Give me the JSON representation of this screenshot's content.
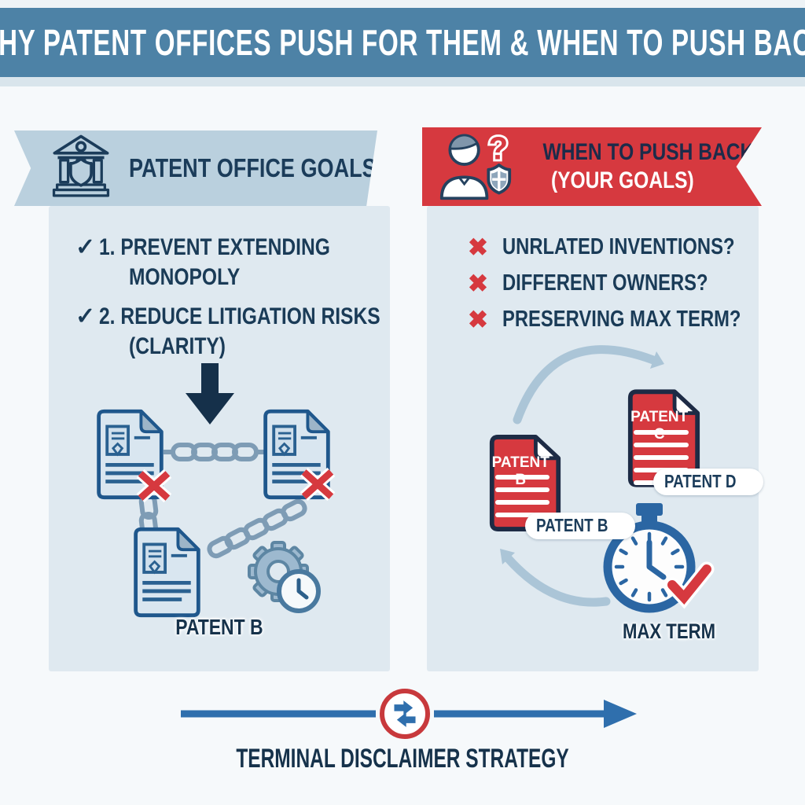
{
  "header": {
    "title": "WHY PATENT OFFICES PUSH FOR THEM & WHEN TO PUSH BACK"
  },
  "left": {
    "ribbon_label": "PATENT OFFICE GOALS",
    "items": [
      {
        "check": "✓",
        "line1": "1. PREVENT EXTENDING",
        "line2": "MONOPOLY"
      },
      {
        "check": "✓",
        "line1": "2. REDUCE LITIGATION RISKS",
        "line2": "(CLARITY)"
      }
    ],
    "patent_label": "PATENT B"
  },
  "right": {
    "ribbon_line1": "WHEN TO PUSH BACK",
    "ribbon_line2": "(YOUR GOALS)",
    "question_mark": "?",
    "items": [
      {
        "mark": "✖",
        "text": "UNRLATED INVENTIONS?"
      },
      {
        "mark": "✖",
        "text": "DIFFERENT OWNERS?"
      },
      {
        "mark": "✖",
        "text": "PRESERVING MAX TERM?"
      }
    ],
    "doc_b_header": "PATENT B",
    "doc_b_label": "PATENT B",
    "doc_c_header": "PATENT C",
    "doc_c_label": "PATENT D",
    "max_term_label": "MAX TERM"
  },
  "footer": {
    "title": "TERMINAL DISCLAIMER STRATEGY"
  },
  "colors": {
    "header_bg": "#4d82a6",
    "ribbon_left_bg": "#bad0de",
    "ribbon_right_bg": "#d6393f",
    "panel_bg": "#dfe9f0",
    "navy_text": "#16324b",
    "accent_blue": "#2f6fad",
    "accent_red": "#d6393f",
    "chain_gray_blue": "#7e9cb5",
    "light_arrow": "#abc5d7"
  }
}
